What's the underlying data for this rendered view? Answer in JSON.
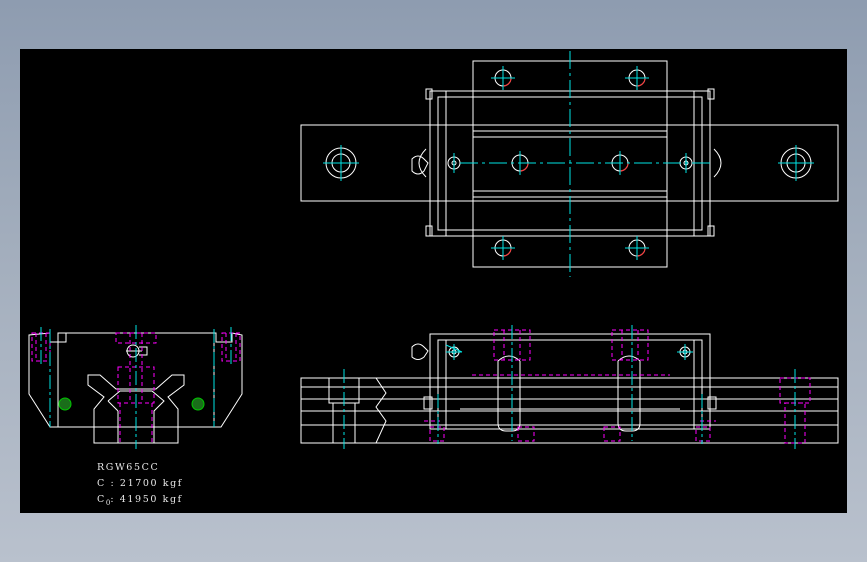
{
  "drawing": {
    "model": "RGW65CC",
    "dynamic_load_label": "C",
    "dynamic_load_value": ": 21700 kgf",
    "static_load_label": "C",
    "static_load_sub": "0",
    "static_load_value": ": 41950 kgf"
  },
  "colors": {
    "background_outer": "#9aa6b8",
    "canvas": "#000000",
    "outline": "#ffffff",
    "centerline": "#00e5e5",
    "hidden_line": "#ff00ff",
    "bolt_hole_accent": "#ff3030",
    "grease_nipple": "#00c800"
  }
}
